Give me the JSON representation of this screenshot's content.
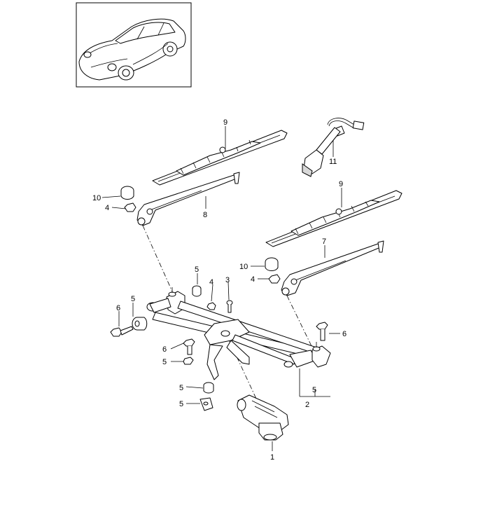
{
  "callouts": {
    "c1": "1",
    "c2": "2",
    "c3": "3",
    "c4a": "4",
    "c4b": "4",
    "c4c": "4",
    "c5a": "5",
    "c5b": "5",
    "c5c": "5",
    "c5d": "5",
    "c5e": "5",
    "c5f": "5",
    "c6a": "6",
    "c6b": "6",
    "c6c": "6",
    "c7": "7",
    "c8": "8",
    "c9a": "9",
    "c9b": "9",
    "c10a": "10",
    "c10b": "10",
    "c11": "11"
  }
}
